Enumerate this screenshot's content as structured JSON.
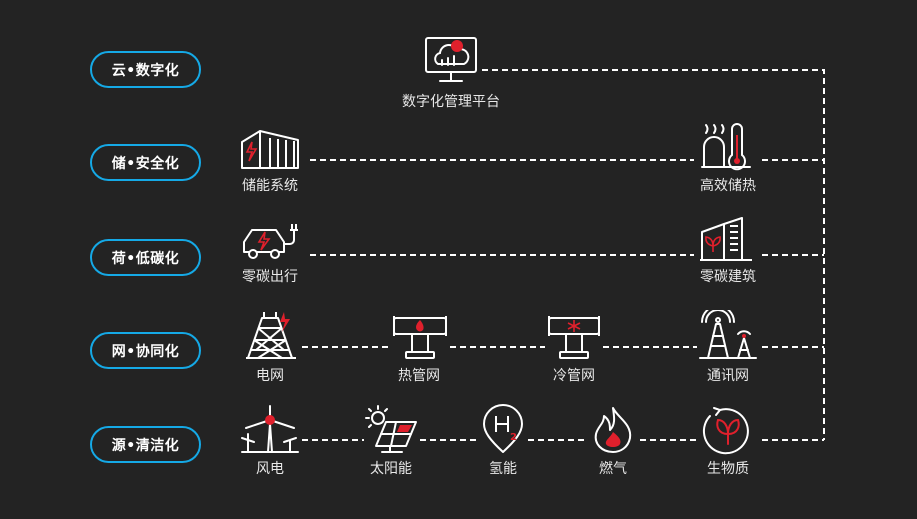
{
  "accent": "#e0202c",
  "pill_color": "#15a9e6",
  "categories": [
    {
      "id": "cloud",
      "label": "云•数字化"
    },
    {
      "id": "storage",
      "label": "储•安全化"
    },
    {
      "id": "load",
      "label": "荷•低碳化"
    },
    {
      "id": "grid",
      "label": "网•协同化"
    },
    {
      "id": "source",
      "label": "源•清洁化"
    }
  ],
  "nodes": {
    "digital_platform": {
      "label": "数字化管理平台",
      "icon": "cloud-monitor-icon"
    },
    "energy_storage": {
      "label": "储能系统",
      "icon": "battery-warehouse-icon"
    },
    "heat_storage": {
      "label": "高效储热",
      "icon": "thermometer-tank-icon"
    },
    "zero_carbon_travel": {
      "label": "零碳出行",
      "icon": "electric-car-icon"
    },
    "zero_carbon_building": {
      "label": "零碳建筑",
      "icon": "green-building-icon"
    },
    "power_grid": {
      "label": "电网",
      "icon": "power-tower-icon"
    },
    "heat_pipe": {
      "label": "热管网",
      "icon": "heat-pipe-icon"
    },
    "cold_pipe": {
      "label": "冷管网",
      "icon": "cold-pipe-icon"
    },
    "comm_network": {
      "label": "通讯网",
      "icon": "signal-tower-icon"
    },
    "wind_power": {
      "label": "风电",
      "icon": "wind-turbine-icon"
    },
    "solar": {
      "label": "太阳能",
      "icon": "solar-panel-icon"
    },
    "hydrogen": {
      "label": "氢能",
      "icon": "hydrogen-drop-icon"
    },
    "gas": {
      "label": "燃气",
      "icon": "flame-icon"
    },
    "biomass": {
      "label": "生物质",
      "icon": "biomass-leaf-icon"
    }
  }
}
